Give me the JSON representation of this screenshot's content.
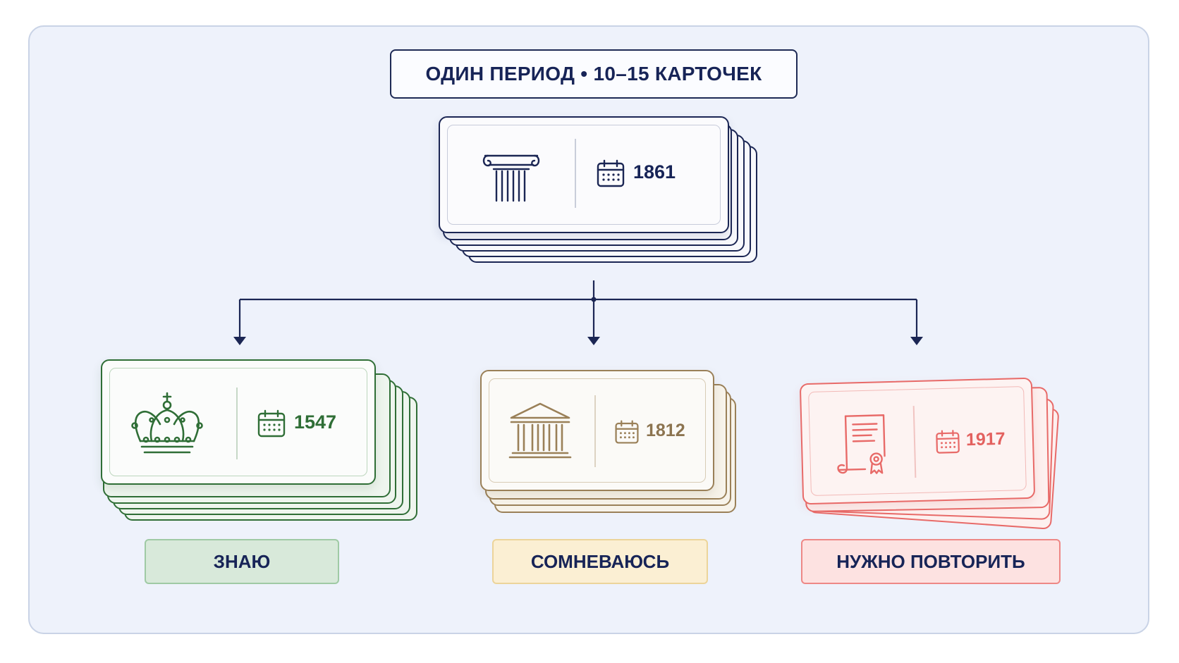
{
  "title": "ОДИН ПЕРИОД • 10–15 КАРТОЧЕК",
  "colors": {
    "navy": "#1b2654",
    "green": "#2f6e36",
    "tan": "#9a8058",
    "red": "#e86a68"
  },
  "source_card": {
    "icon": "ionic-column-icon",
    "year": "1861"
  },
  "piles": [
    {
      "icon": "crown-icon",
      "year": "1547",
      "label": "ЗНАЮ"
    },
    {
      "icon": "classical-building-icon",
      "year": "1812",
      "label": "СОМНЕВАЮСЬ"
    },
    {
      "icon": "certificate-scroll-icon",
      "year": "1917",
      "label": "НУЖНО ПОВТОРИТЬ"
    }
  ]
}
